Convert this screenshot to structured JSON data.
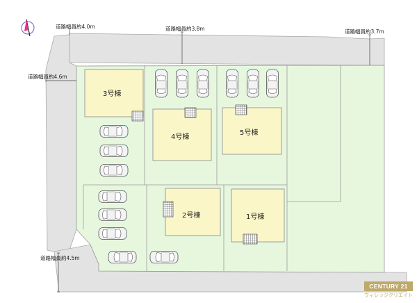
{
  "roads": {
    "top_left": "道路幅員約4.0m",
    "top_center": "道路幅員約3.8m",
    "top_right": "道路幅員約3.7m",
    "left": "道路幅員約4.6m",
    "bottom_left": "道路幅員約4.5m"
  },
  "buildings": {
    "b3": "3号棟",
    "b4": "4号棟",
    "b5": "5号棟",
    "b2": "2号棟",
    "b1": "1号棟"
  },
  "compass": {
    "icon": "compass-north-icon",
    "colors": [
      "#e8308c",
      "#6a5acd",
      "#222222"
    ]
  },
  "brand": {
    "name": "CENTURY 21",
    "sub": "ヴィレッジクリエイト",
    "color": "#bda96b"
  },
  "colors": {
    "road": "#e3e3e3",
    "lot": "#e6f7de",
    "building": "#fbf6c8",
    "car": "#f2f2f2"
  }
}
